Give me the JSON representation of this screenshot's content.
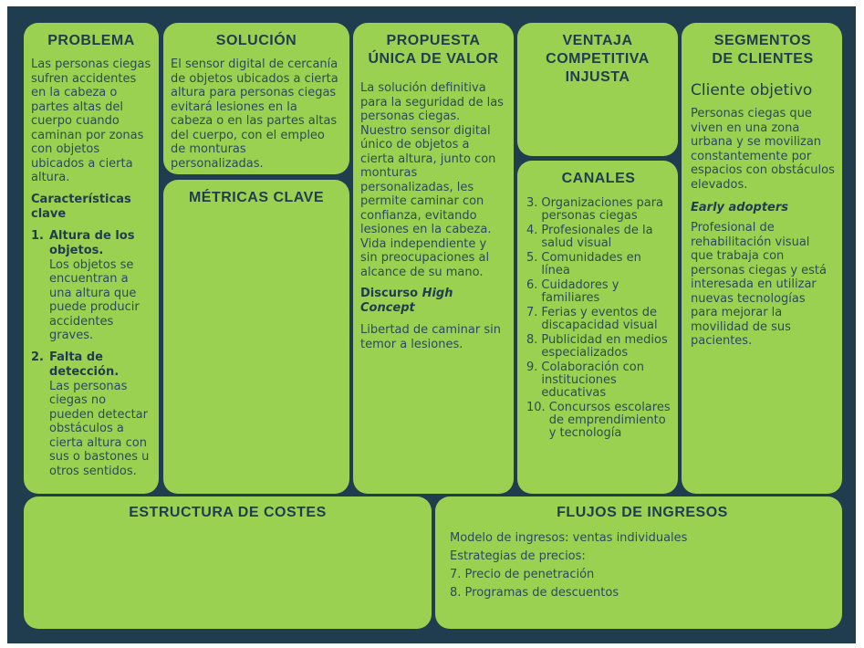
{
  "problema": {
    "title": "PROBLEMA",
    "text": "Las personas ciegas sufren accidentes en la cabeza o partes altas del cuerpo cuando caminan por zonas con objetos ubicados a cierta altura.",
    "subtitle": "Características clave",
    "items": [
      {
        "num": "1.",
        "head": "Altura de los objetos.",
        "text": "Los objetos se encuentran a una altura que puede producir accidentes graves."
      },
      {
        "num": "2.",
        "head": "Falta de detección.",
        "text": "Las personas ciegas no pueden detectar obstáculos a cierta altura con sus o bastones u otros sentidos."
      }
    ]
  },
  "solucion": {
    "title": "SOLUCIÓN",
    "text": "El sensor digital de cercanía de objetos ubicados a cierta altura para personas ciegas evitará lesiones en la cabeza o en las partes altas del cuerpo, con el empleo de monturas personalizadas."
  },
  "metricas": {
    "title": "MÉTRICAS CLAVE"
  },
  "propuesta": {
    "title_line1": "PROPUESTA",
    "title_line2": "ÚNICA DE VALOR",
    "text": "La solución definitiva para la seguridad de las personas ciegas. Nuestro sensor digital único de objetos a cierta altura, junto con monturas personalizadas, les permite caminar con confianza, evitando lesiones en la cabeza. Vida independiente y sin preocupaciones al alcance de su mano.",
    "subtitle_plain": "Discurso ",
    "subtitle_italic": "High Concept",
    "concept": "Libertad de caminar sin temor a lesiones."
  },
  "ventaja": {
    "title_line1": "VENTAJA",
    "title_line2": "COMPETITIVA",
    "title_line3": "INJUSTA"
  },
  "canales": {
    "title": "CANALES",
    "items": [
      {
        "num": "3.",
        "text": "Organizaciones para personas ciegas"
      },
      {
        "num": "4.",
        "text": "Profesionales de la salud visual"
      },
      {
        "num": "5.",
        "text": "Comunidades en línea"
      },
      {
        "num": "6.",
        "text": "Cuidadores y familiares"
      },
      {
        "num": "7.",
        "text": "Ferias y eventos de discapacidad visual"
      },
      {
        "num": "8.",
        "text": "Publicidad en medios especializados"
      },
      {
        "num": "9.",
        "text": "Colaboración con instituciones educativas"
      },
      {
        "num": "10.",
        "text": "Concursos escolares de emprendimiento y tecnología"
      }
    ]
  },
  "segmentos": {
    "title_line1": "SEGMENTOS",
    "title_line2": "DE CLIENTES",
    "subtitle": "Cliente objetivo",
    "text": "Personas ciegas que viven en una zona urbana y se movilizan constantemente por espacios con obstáculos elevados.",
    "early_title": "Early adopters",
    "early_text": "Profesional de rehabilitación visual que trabaja con personas ciegas y está interesada en utilizar nuevas tecnologías para mejorar la movilidad de sus pacientes."
  },
  "costes": {
    "title": "ESTRUCTURA DE COSTES"
  },
  "ingresos": {
    "title": "FLUJOS DE INGRESOS",
    "lines": [
      "Modelo de ingresos: ventas individuales",
      "Estrategias de precios:",
      "7. Precio de penetración",
      "8. Programas de descuentos"
    ]
  }
}
